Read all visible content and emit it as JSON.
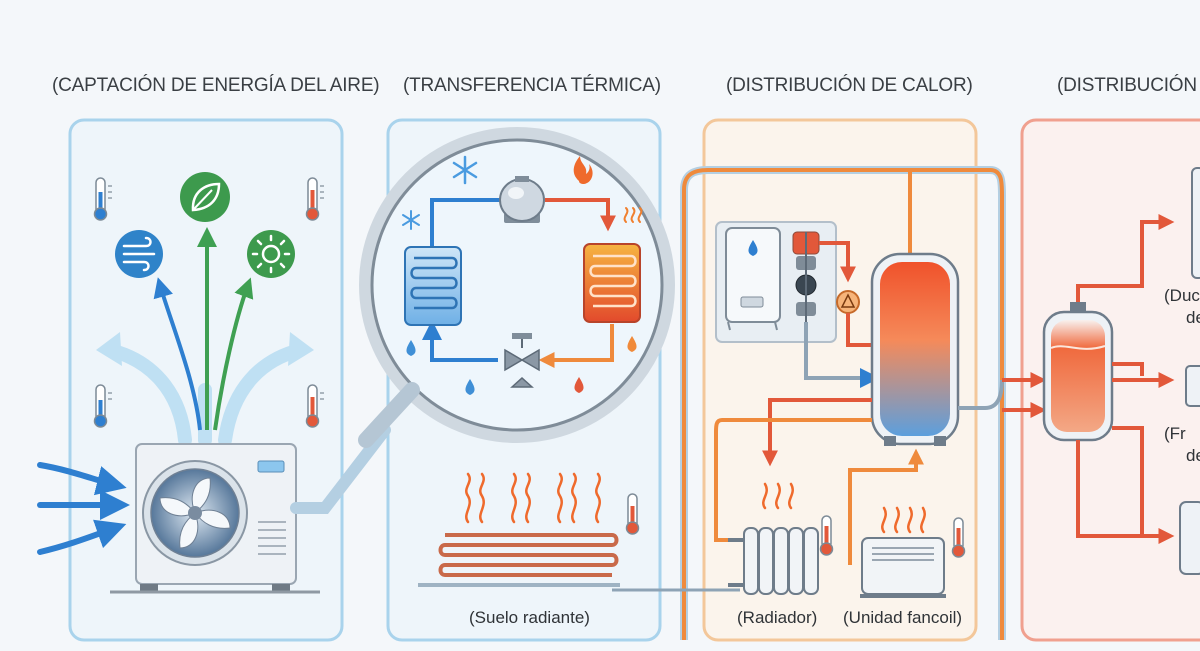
{
  "panels": [
    {
      "heading": "(CAPTACIÓN DE ENERGÍA DEL AIRE)"
    },
    {
      "heading": "(TRANSFERENCIA TÉRMICA)"
    },
    {
      "heading": "(DISTRIBUCIÓN DE CALOR)"
    },
    {
      "heading": "(DISTRIBUCIÓN D"
    }
  ],
  "labels": {
    "floor": "(Suelo radiante)",
    "radiator": "(Radiador)",
    "fancoil": "(Unidad fancoil)",
    "cut1a": "(Duc",
    "cut1b": "de",
    "cut2a": "(Fr",
    "cut2b": "de"
  },
  "colors": {
    "cold": "#2e7fd0",
    "hot": "#e2583a",
    "green": "#3fa052",
    "frame_blue": "#a9d3ec",
    "frame_orange": "#f3c79a",
    "frame_red": "#f0a08f"
  }
}
